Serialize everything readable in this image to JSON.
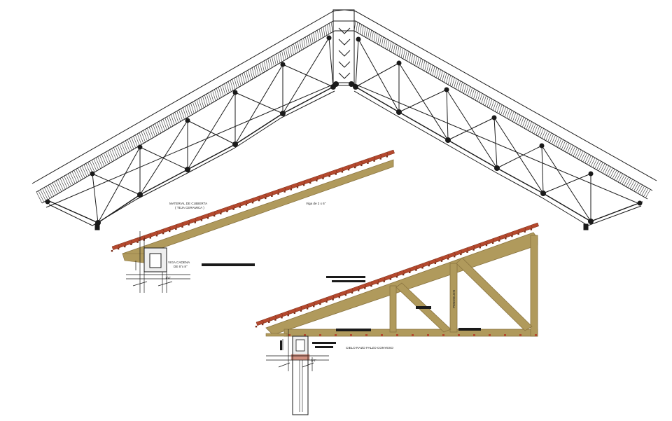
{
  "labels": {
    "material_line1": "MATERIAL DE CUBIERTA",
    "material_line2": "( TEJA CERAMICA )",
    "viga": "Viga de 2 x 6\"",
    "viga_cadena_line1": "VIGA CADENA",
    "viga_cadena_line2": "DE 6\"x 8\"",
    "cielo_raso": "CIELO RAZO FALZO CONYESO",
    "pendolon": "PENDOLON",
    "dim_small_1": "1/4\"",
    "dim_small_2": "1/4\""
  },
  "colors": {
    "line": "#1a1a1a",
    "wood": "#b09a5c",
    "wood_dark": "#8a7440",
    "tile": "#b5492e",
    "tile_dark": "#7a2c17",
    "concrete": "#dddddd"
  }
}
